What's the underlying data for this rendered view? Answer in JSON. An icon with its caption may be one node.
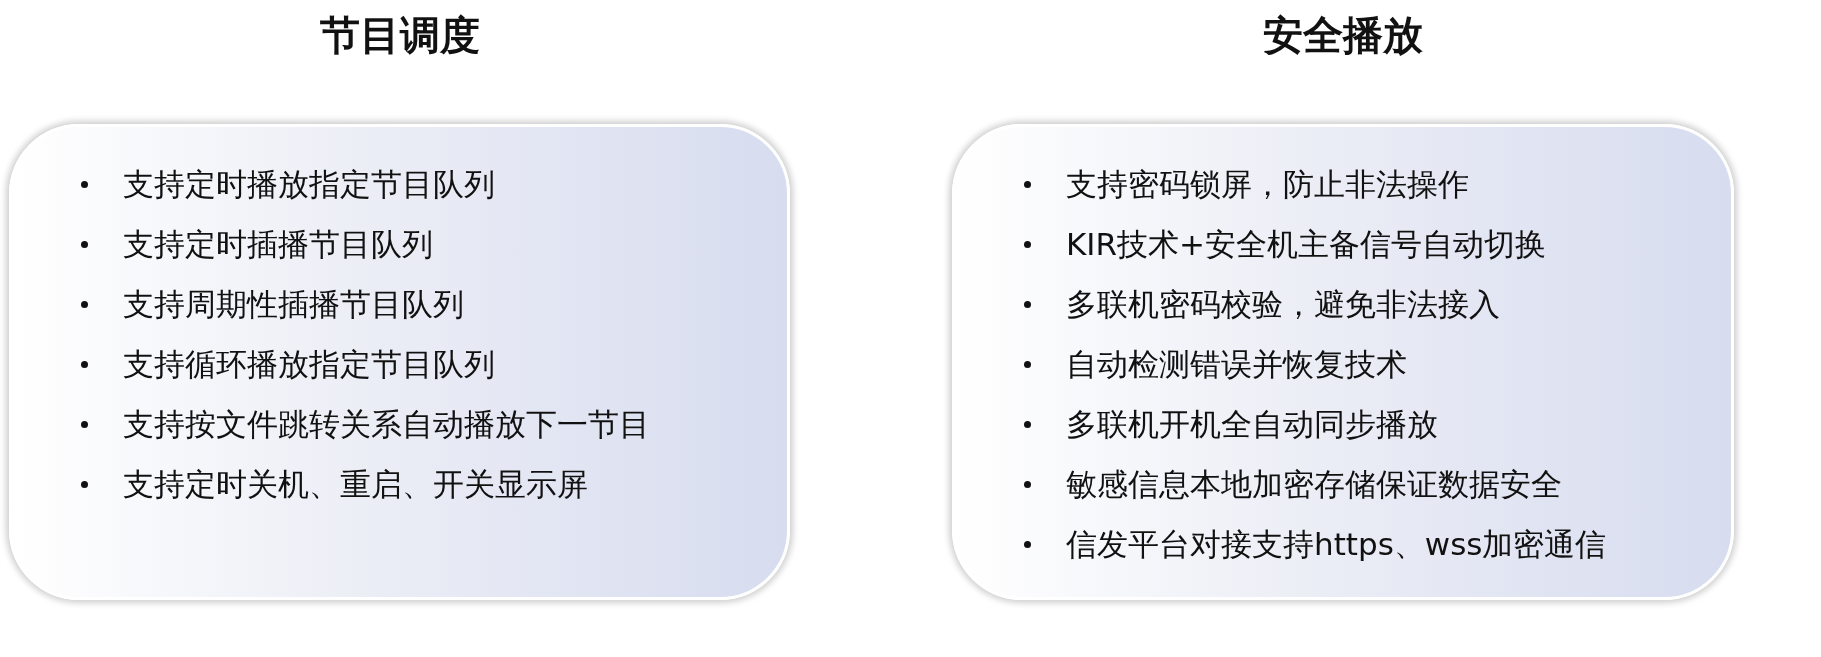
{
  "diagram": {
    "nodes": [
      {
        "text": [
          "节目调度",
          "支持定时播放指定节目队列",
          "支持定时插播节目队列",
          "支持周期性插播节目队列",
          "支持循环播放指定节目队列",
          "支持按文件跳转关系自动播放下一节目",
          "支持定时关机、重启、开关显示屏"
        ]
      },
      {
        "text": [
          "安全播放",
          "支持密码锁屏，防止非法操作",
          "KIR技术+安全机主备信号自动切换",
          "多联机密码校验，避免非法接入",
          "自动检测错误并恢复技术",
          "多联机开机全自动同步播放",
          "敏感信息本地加密存储保证数据安全",
          "信发平台对接支持https、wss加密通信"
        ]
      }
    ]
  }
}
